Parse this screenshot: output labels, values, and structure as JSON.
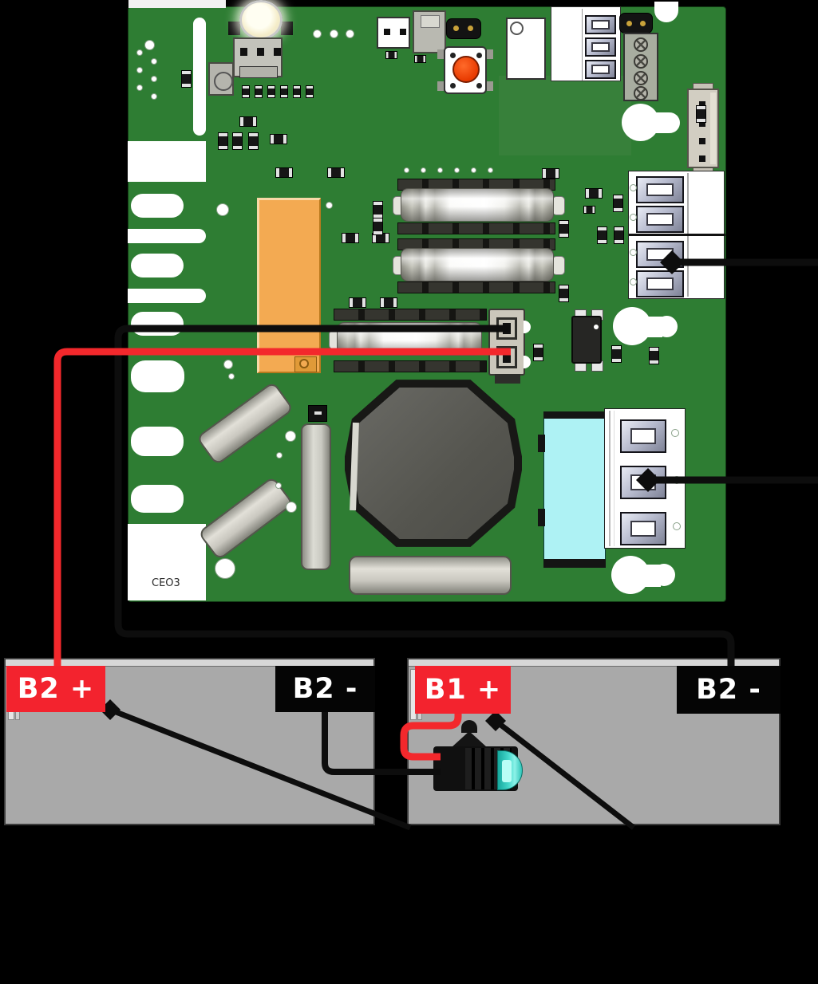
{
  "board": {
    "silkscreen_label": "CEO3"
  },
  "batteries": {
    "left": {
      "positive_label": "B2 +",
      "negative_label": "B2 -"
    },
    "right": {
      "positive_label": "B1 +",
      "negative_label": "B2 -"
    }
  },
  "colors": {
    "background": "#000000",
    "pcb_green": "#2e7d33",
    "pcb_shadow": "#37803a",
    "wire_black": "#0d0d0d",
    "wire_red": "#f3282c",
    "positive_label": "#f3232e",
    "negative_label": "#050505",
    "label_text": "#ffffff",
    "battery_gray": "#a9a9a9",
    "relay_orange": "#f3aa52",
    "terminal_cyan": "#aef2f4",
    "fuse_blade_teal": "#45d9cc",
    "button_red": "#e83a00"
  }
}
